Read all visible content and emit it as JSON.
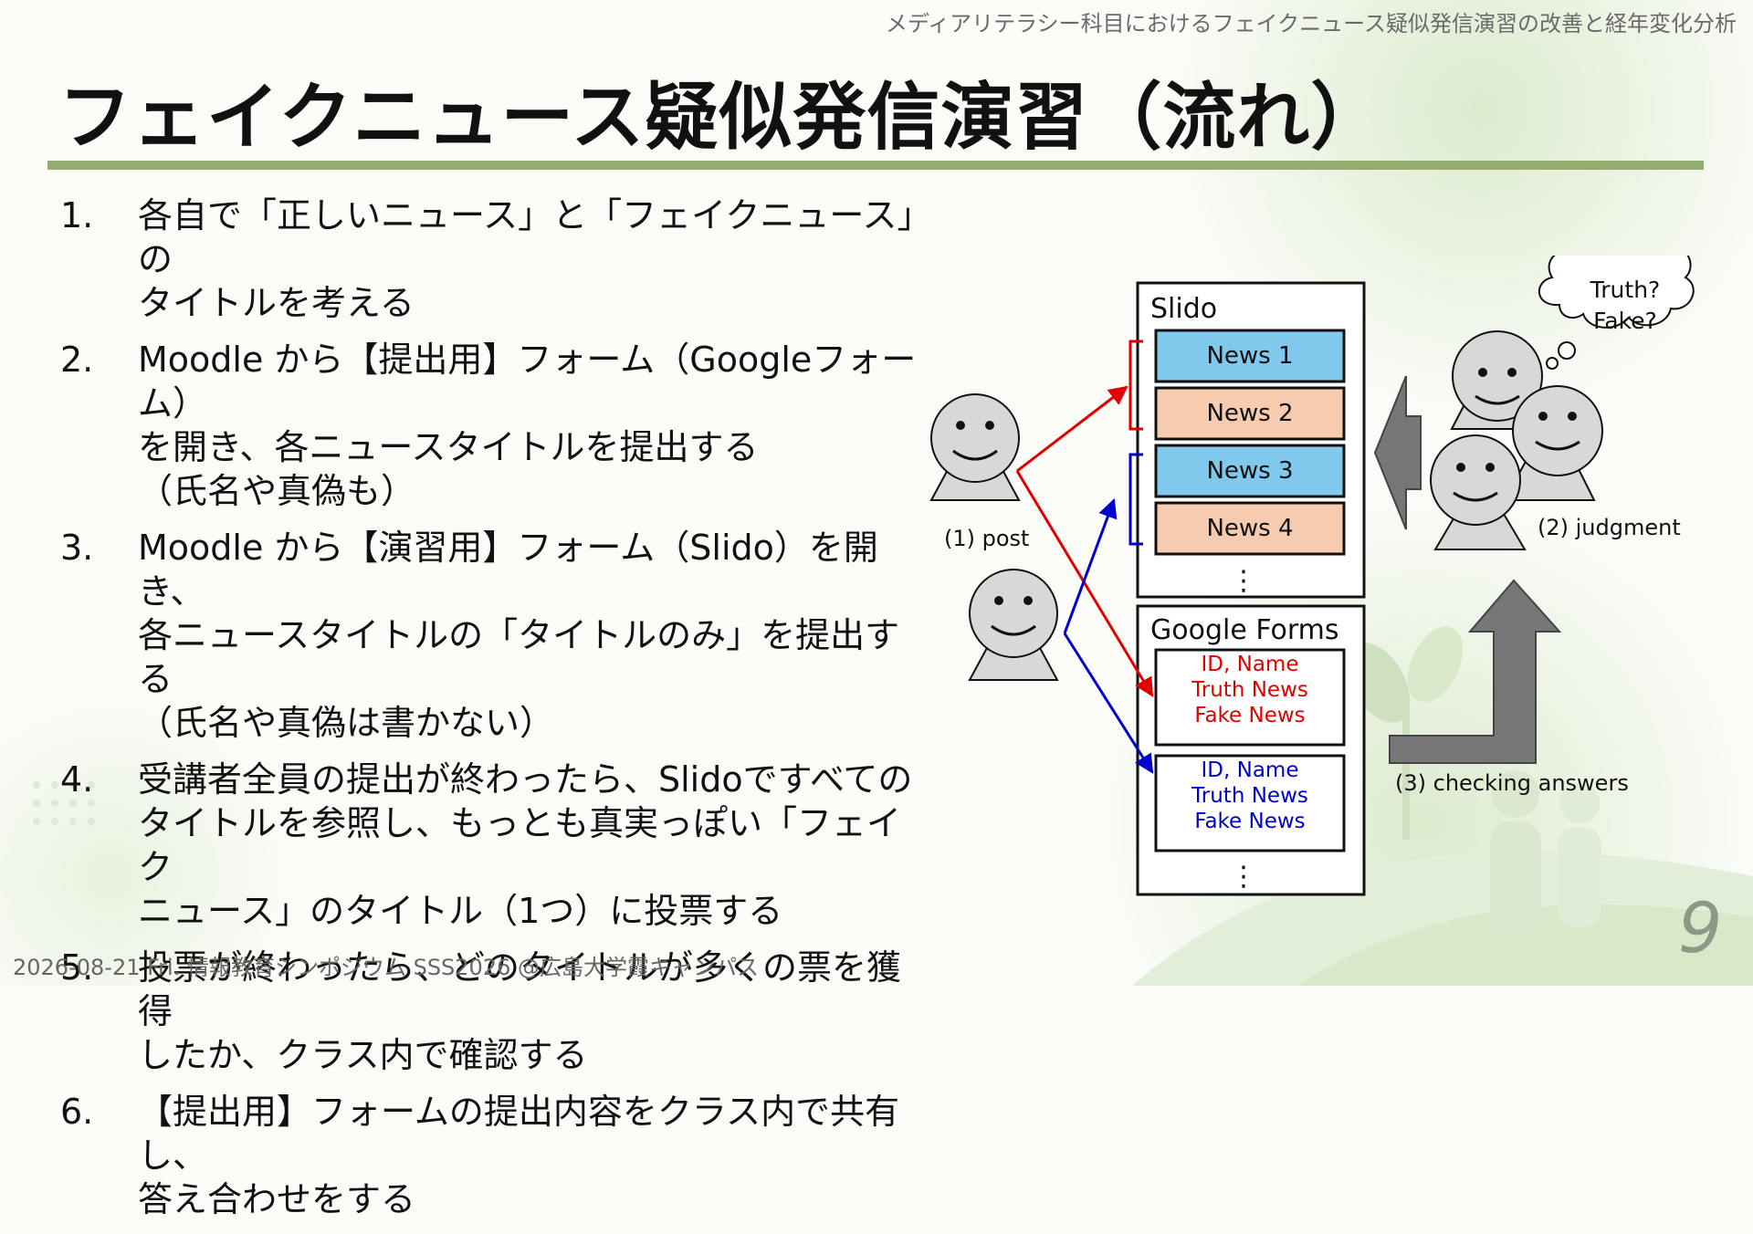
{
  "header": {
    "subtitle": "メディアリテラシー科目におけるフェイクニュース疑似発信演習の改善と経年変化分析",
    "title": "フェイクニュース疑似発信演習（流れ）"
  },
  "steps": [
    {
      "num": "1.",
      "lines": [
        "各自で「正しいニュース」と「フェイクニュース」の",
        "タイトルを考える"
      ]
    },
    {
      "num": "2.",
      "lines": [
        "Moodle から【提出用】フォーム（Googleフォーム）",
        "を開き、各ニュースタイトルを提出する",
        "（氏名や真偽も）"
      ]
    },
    {
      "num": "3.",
      "lines": [
        "Moodle から【演習用】フォーム（Slido）を開き、",
        "各ニュースタイトルの「タイトルのみ」を提出する",
        "（氏名や真偽は書かない）"
      ]
    },
    {
      "num": "4.",
      "lines": [
        "受講者全員の提出が終わったら、Slidoですべての",
        "タイトルを参照し、もっとも真実っぽい「フェイク",
        "ニュース」のタイトル（1つ）に投票する"
      ]
    },
    {
      "num": "5.",
      "lines": [
        "投票が終わったら、どのタイトルが多くの票を獲得",
        "したか、クラス内で確認する"
      ]
    },
    {
      "num": "6.",
      "lines": [
        "【提出用】フォームの提出内容をクラス内で共有し、",
        "答え合わせをする"
      ]
    }
  ],
  "diagram": {
    "slido_label": "Slido",
    "news": [
      "News 1",
      "News 2",
      "News 3",
      "News 4"
    ],
    "forms_label": "Google Forms",
    "form_lines": [
      "ID, Name",
      "Truth News",
      "Fake News"
    ],
    "post_label": "(1) post",
    "judgment_label": "(2) judgment",
    "checking_label": "(3) checking answers",
    "thought_lines": [
      "Truth?",
      "Fake?"
    ],
    "ellipsis": "⋮"
  },
  "footer": {
    "text": "2026-08-21 Fri. 情報教育シンポジウム SSS2026 @広島大学霞キャンパス",
    "page_number": "9"
  },
  "colors": {
    "rule": "#92ad6f",
    "news_blue": "#80c8ec",
    "news_orange": "#f6cbb0",
    "red": "#e00000",
    "blue": "#0000cc"
  }
}
